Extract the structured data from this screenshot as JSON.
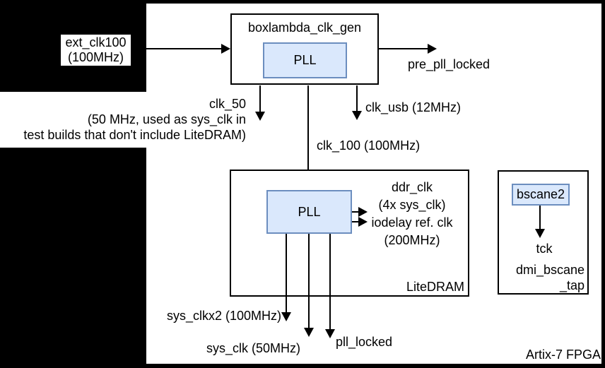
{
  "colors": {
    "canvas_margin": "#000000",
    "fpga_background": "#ffffff",
    "line_color": "#000000",
    "pll_fill": "#dae8fc",
    "pll_stroke": "#6c8ebf"
  },
  "fpga": {
    "label": "Artix-7 FPGA"
  },
  "input": {
    "line1": "ext_clk100",
    "line2": "(100MHz)"
  },
  "clk_gen": {
    "title": "boxlambda_clk_gen",
    "pll": "PLL",
    "pre_pll_locked": "pre_pll_locked",
    "clk_50": {
      "line1": "clk_50",
      "line2": "(50 MHz, used as sys_clk in",
      "line3": "test builds that don't include LiteDRAM)"
    },
    "clk_usb": "clk_usb (12MHz)",
    "clk_100": "clk_100 (100MHz)"
  },
  "litedram": {
    "title": "LiteDRAM",
    "pll": "PLL",
    "ddr": {
      "line1": "ddr_clk",
      "line2": "(4x sys_clk)",
      "line3": "iodelay ref. clk",
      "line4": "(200MHz)"
    },
    "sys_clkx2": "sys_clkx2 (100MHz)",
    "sys_clk": "sys_clk (50MHz)",
    "pll_locked": "pll_locked"
  },
  "bscane": {
    "block": "bscane2",
    "tck": "tck",
    "tap": {
      "line1": "dmi_bscane",
      "line2": "_tap"
    }
  }
}
